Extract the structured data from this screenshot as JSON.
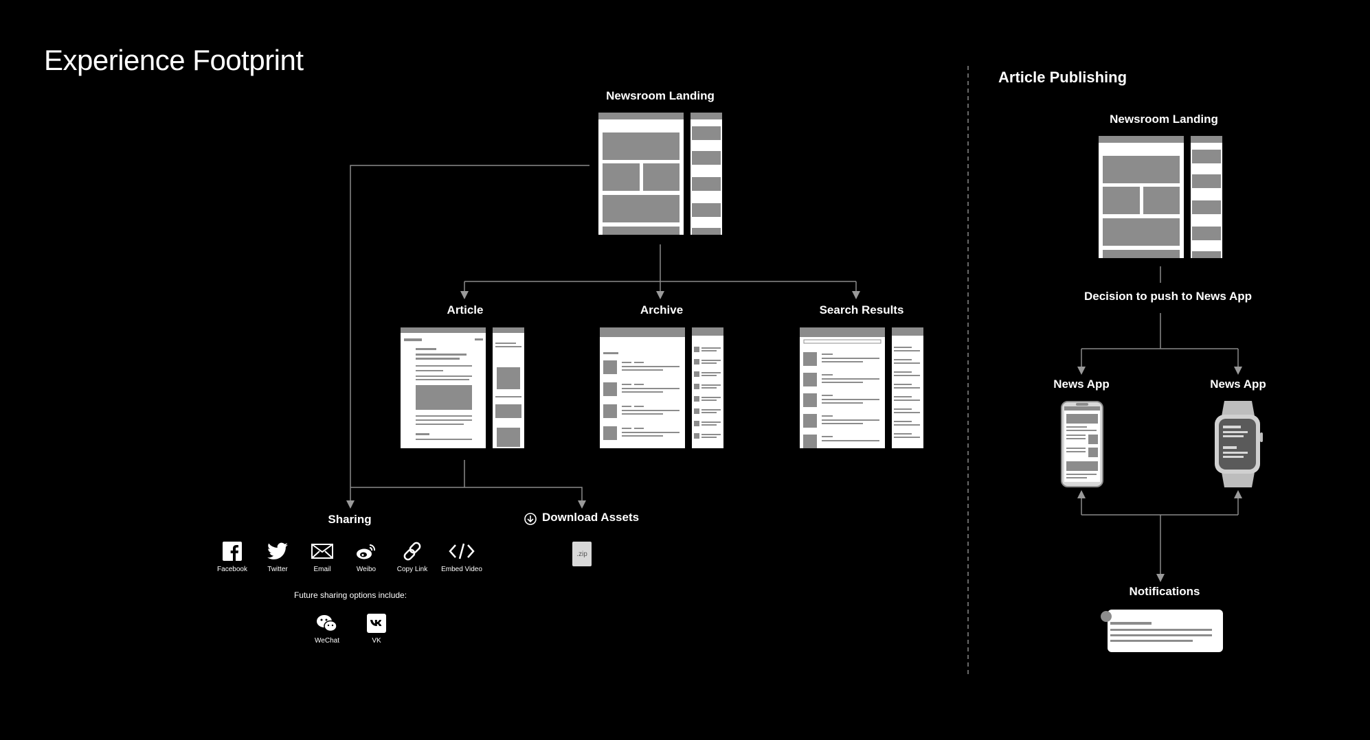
{
  "left": {
    "title": "Experience Footprint",
    "root": "Newsroom Landing",
    "children": [
      "Article",
      "Archive",
      "Search Results"
    ],
    "sharing": {
      "label": "Sharing",
      "icons": [
        {
          "label": "Facebook",
          "icon": "facebook-icon"
        },
        {
          "label": "Twitter",
          "icon": "twitter-icon"
        },
        {
          "label": "Email",
          "icon": "email-icon"
        },
        {
          "label": "Weibo",
          "icon": "weibo-icon"
        },
        {
          "label": "Copy Link",
          "icon": "link-icon"
        },
        {
          "label": "Embed Video",
          "icon": "code-icon"
        }
      ],
      "future_label": "Future sharing options include:",
      "future": [
        {
          "label": "WeChat",
          "icon": "wechat-icon"
        },
        {
          "label": "VK",
          "icon": "vk-icon"
        }
      ]
    },
    "download": {
      "label": "Download Assets",
      "file": ".zip"
    }
  },
  "right": {
    "title": "Article Publishing",
    "root": "Newsroom Landing",
    "decision": "Decision to push to News App",
    "apps": [
      "News App",
      "News App"
    ],
    "notifications": "Notifications"
  },
  "colors": {
    "background": "#000000",
    "line": "#8a8a8a",
    "wire": "#8c8c8c",
    "page": "#ffffff"
  }
}
